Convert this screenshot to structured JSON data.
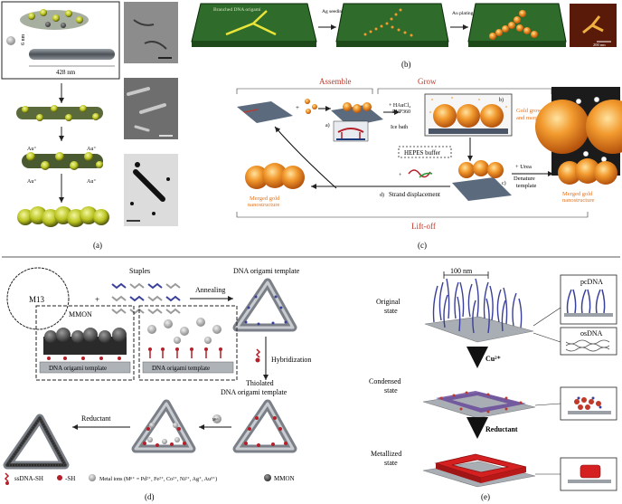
{
  "panel_a": {
    "caption": "(a)",
    "dim_height": "6 nm",
    "dim_length": "428 nm",
    "ion_label": "Au⁺"
  },
  "panel_b": {
    "caption": "(b)",
    "stage1": "Branched DNA origami",
    "step1": "Ag seeding",
    "step2": "Au plating",
    "scale_bar": "200 nm"
  },
  "panel_c": {
    "caption": "(c)",
    "assemble": "Assemble",
    "grow": "Grow",
    "liftoff": "Lift-off",
    "reagent_1": "+ HAuCl₄",
    "reagent_2": "PVP360",
    "ice_bath": "Ice bath",
    "sub_a": "a)",
    "sub_b": "b)",
    "sub_c": "c)",
    "sub_d": "d)",
    "gold_growing_1": "Gold growing",
    "gold_growing_2": "and merging",
    "hepes": "HEPES buffer",
    "urea": "+ Urea",
    "denature_1": "Denature",
    "denature_2": "template",
    "strand": "Strand displacement",
    "merged_left_1": "Merged gold",
    "merged_left_2": "nanostructure",
    "merged_right_1": "Merged gold",
    "merged_right_2": "nanostructure",
    "plus": "+"
  },
  "panel_d": {
    "caption": "(d)",
    "m13": "M13",
    "staples": "Staples",
    "annealing": "Annealing",
    "template": "DNA origami template",
    "hybridization": "Hybridization",
    "thiolated_1": "Thiolated",
    "thiolated_2": "DNA origami template",
    "reductant": "Reductant",
    "mmon_box": "MMON",
    "box_template_1": "DNA origami template",
    "box_template_2": "DNA origami template",
    "m_ion": "Mⁿ⁺",
    "legend_ssdna": "ssDNA-SH",
    "legend_sh": "-SH",
    "legend_ions": "Metal ions (Mⁿ⁺ = Pd²⁺, Fe²⁺, Co²⁺, Ni²⁺, Ag⁺, Au³⁺)",
    "legend_mmon": "MMON"
  },
  "panel_e": {
    "caption": "(e)",
    "scale": "100 nm",
    "original": "Original",
    "original_2": "state",
    "condensed": "Condensed",
    "condensed_2": "state",
    "metallized": "Metallized",
    "metallized_2": "state",
    "cu": "Cu²⁺",
    "reductant": "Reductant",
    "pcdna": "pcDNA",
    "osdna": "osDNA"
  },
  "colors": {
    "red_label": "#c0392b",
    "orange": "#e8731a",
    "gold": "#f29a2e",
    "green_board": "#2f6b2a",
    "blue_dna": "#3a3f9a",
    "dna_red": "#b3202a"
  }
}
